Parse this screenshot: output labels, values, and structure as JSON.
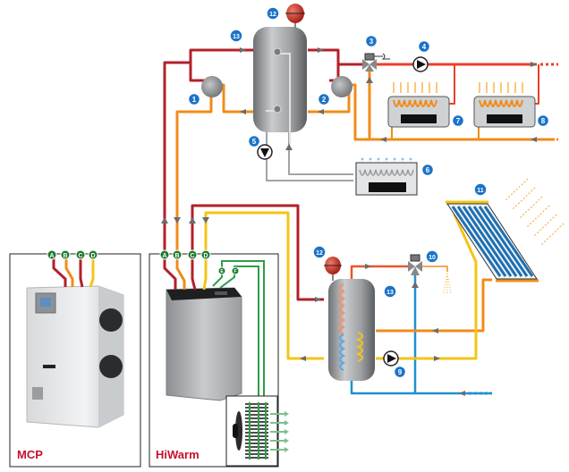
{
  "units": {
    "mcp": {
      "label": "MCP",
      "connections": [
        "A",
        "B",
        "C",
        "D"
      ]
    },
    "hiwarm": {
      "label": "HiWarm",
      "connections": [
        "A",
        "B",
        "C",
        "D"
      ],
      "aux_connections": [
        "E",
        "F"
      ]
    }
  },
  "components": [
    {
      "id": "1",
      "name": "heat-exchanger-1"
    },
    {
      "id": "2",
      "name": "heat-exchanger-2"
    },
    {
      "id": "3",
      "name": "three-way-mixing-valve"
    },
    {
      "id": "4",
      "name": "circulation-pump-heating"
    },
    {
      "id": "5",
      "name": "circulation-pump-cooling"
    },
    {
      "id": "6",
      "name": "fan-coil-cooling"
    },
    {
      "id": "7",
      "name": "radiator-1"
    },
    {
      "id": "8",
      "name": "radiator-2"
    },
    {
      "id": "9",
      "name": "solar-circulation-pump"
    },
    {
      "id": "10",
      "name": "thermostatic-mixing-valve"
    },
    {
      "id": "11",
      "name": "solar-collector"
    },
    {
      "id": "12",
      "name": "expansion-vessel"
    },
    {
      "id": "13",
      "name": "safety-valve"
    }
  ],
  "colors": {
    "hot_flow": "#c0272d",
    "return_flow": "#f39200",
    "solar": "#f9c623",
    "cold_water": "#1e90d0",
    "chilled": "#a0a4a8",
    "auxiliary": "#2e9e48",
    "hot_water": "#e8562a",
    "badge": "#1a73c8",
    "conn_badge": "#1e7a2f",
    "brand_label": "#c8102e"
  }
}
